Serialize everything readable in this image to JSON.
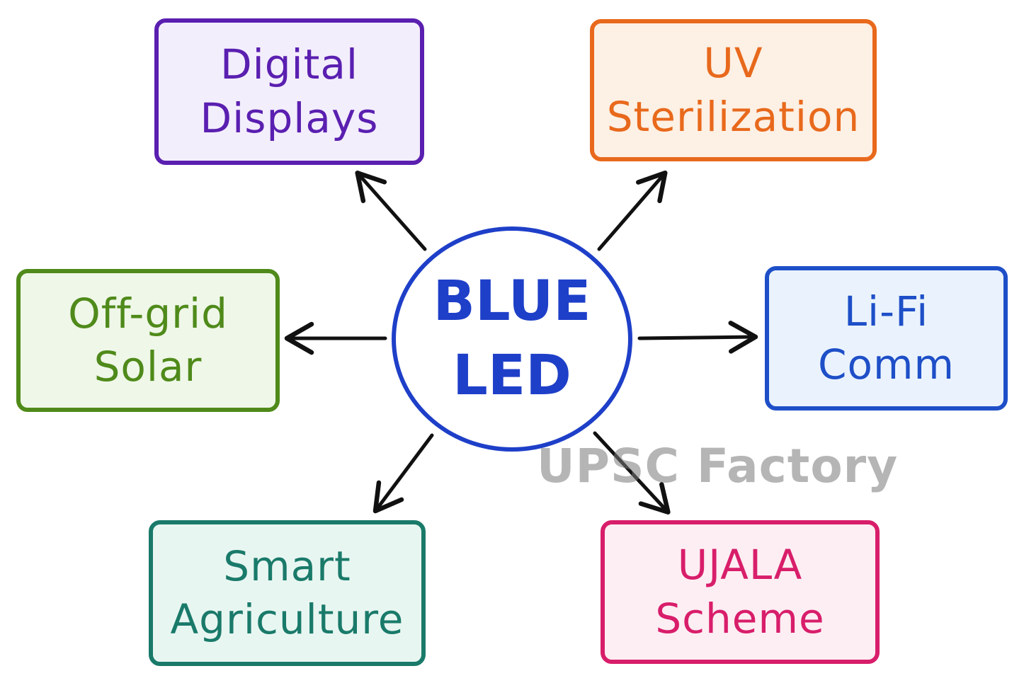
{
  "center": {
    "line1": "BLUE",
    "line2": "LED"
  },
  "nodes": [
    {
      "id": "digital-displays",
      "line1": "Digital",
      "line2": "Displays",
      "color": "#5a1fb0",
      "fill": "#f3eefc"
    },
    {
      "id": "uv-sterilization",
      "line1": "UV",
      "line2": "Sterilization",
      "color": "#e8691c",
      "fill": "#fdf0e4"
    },
    {
      "id": "off-grid-solar",
      "line1": "Off-grid",
      "line2": "Solar",
      "color": "#4f8a1a",
      "fill": "#eff7e8"
    },
    {
      "id": "li-fi-comm",
      "line1": "Li-Fi",
      "line2": "Comm",
      "color": "#1e4fc8",
      "fill": "#eaf3fd"
    },
    {
      "id": "smart-agriculture",
      "line1": "Smart",
      "line2": "Agriculture",
      "color": "#1a7a6a",
      "fill": "#e8f6f1"
    },
    {
      "id": "ujala-scheme",
      "line1": "UJALA",
      "line2": "Scheme",
      "color": "#d81e6a",
      "fill": "#fdeef3"
    }
  ],
  "watermark": "UPSC Factory",
  "colors": {
    "center": "#1e3fc8",
    "arrow": "#111111",
    "watermark": "#787878"
  }
}
